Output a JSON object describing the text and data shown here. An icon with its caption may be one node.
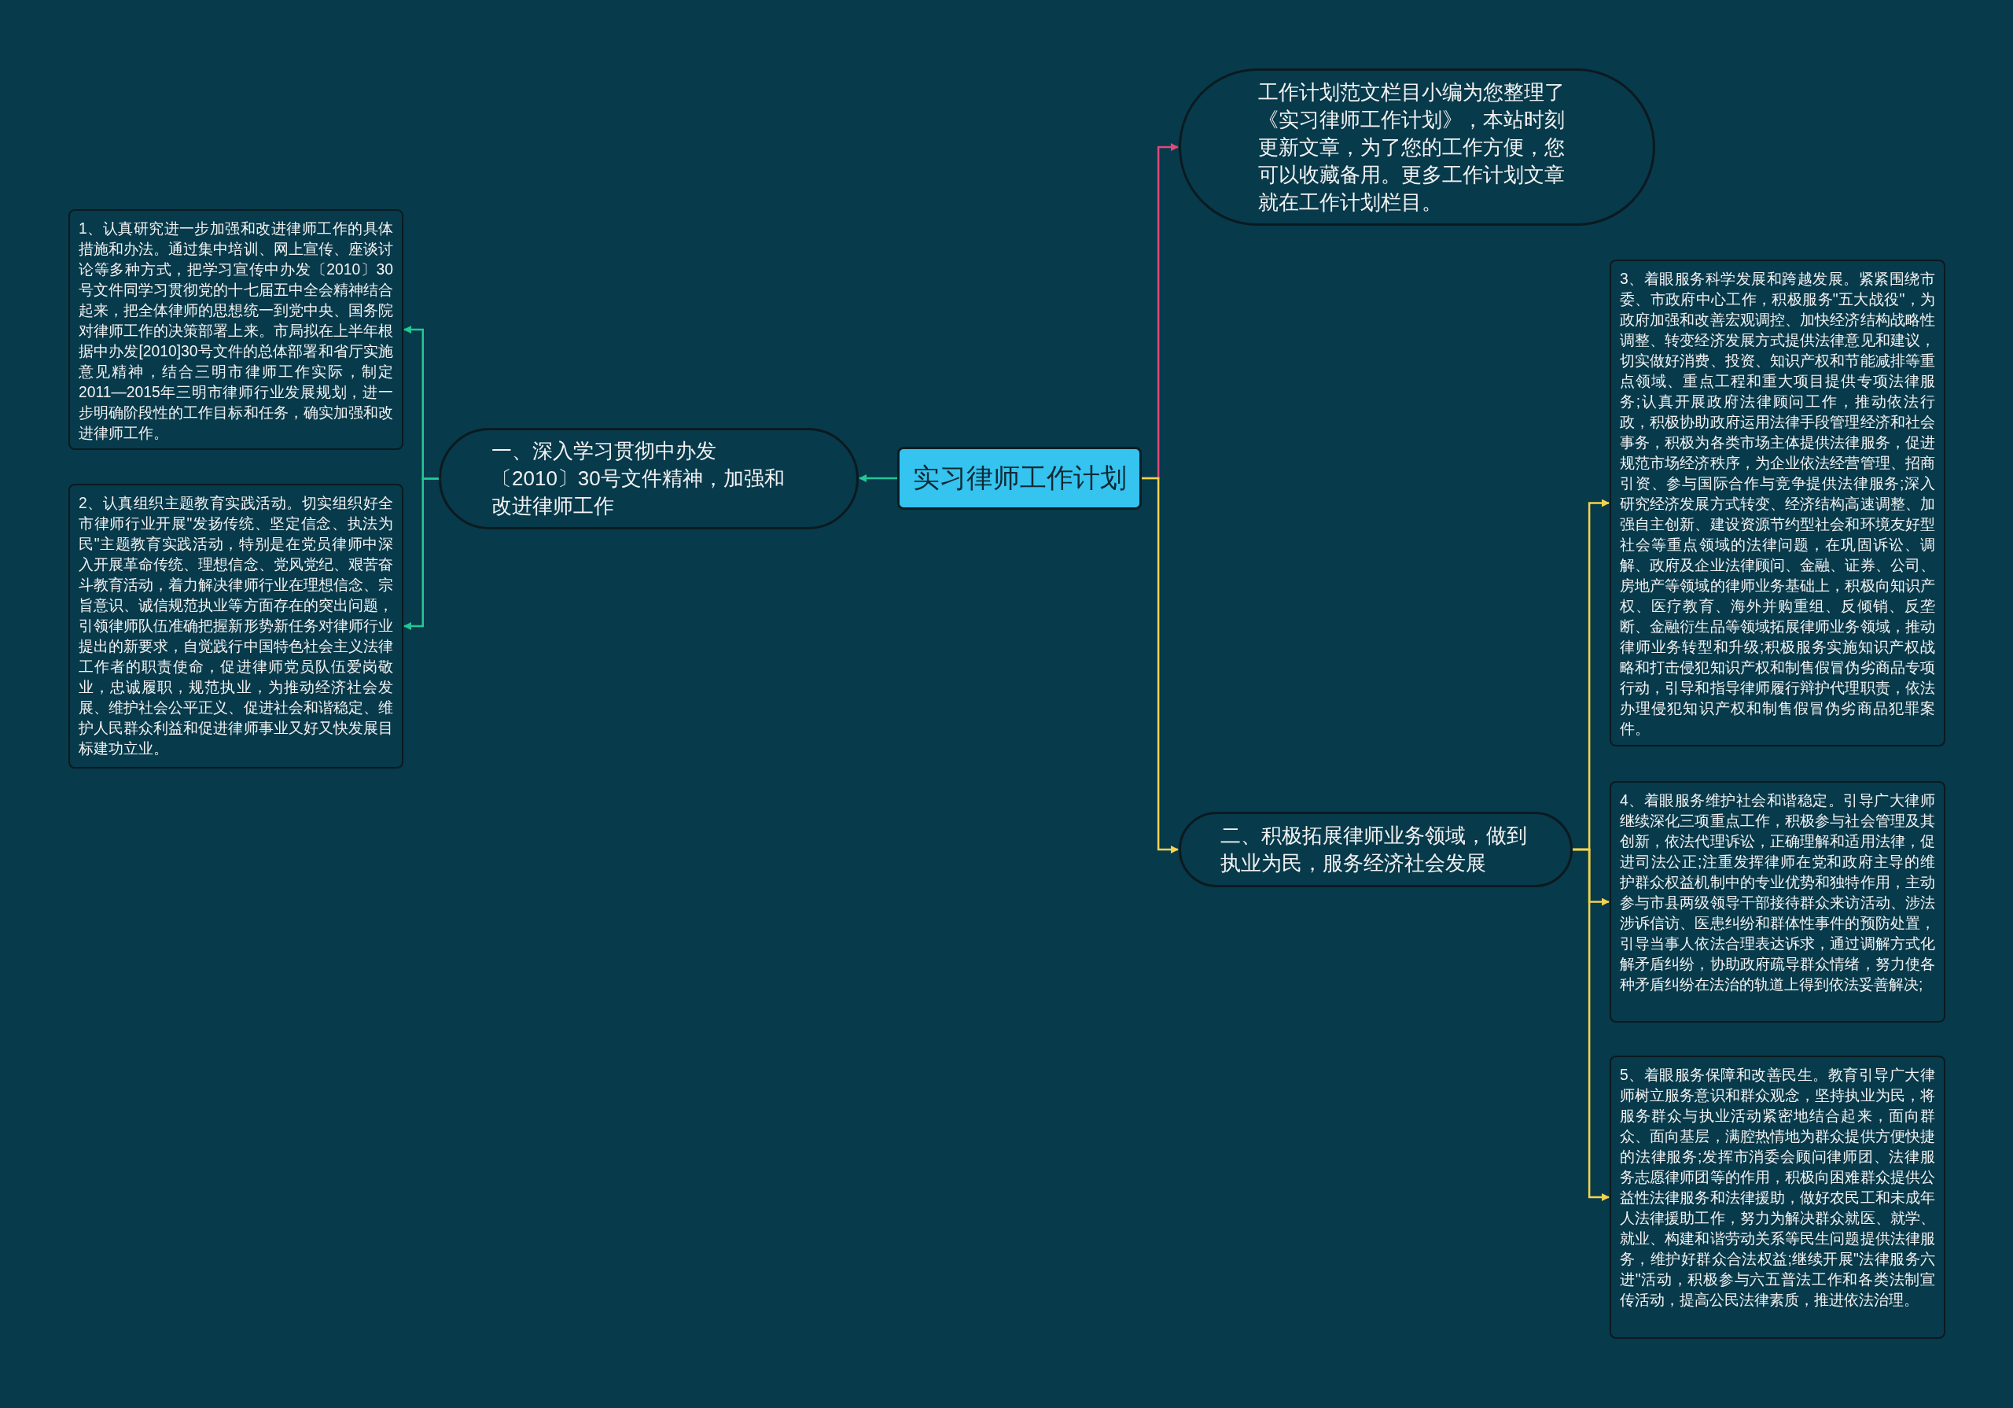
{
  "diagram": {
    "nodes": [
      {
        "text": [
          "实习律师工作计划"
        ]
      },
      {
        "text": [
          "工作计划范文栏目小编为您整理了《实习律师工作计划》，本站时刻更新文章，为了您的工作方便，您可以收藏备用。更多工作计划文章就在工作计划栏目。"
        ]
      },
      {
        "text": [
          "一、深入学习贯彻中办发〔2010〕30号文件精神，加强和改进律师工作"
        ]
      },
      {
        "text": [
          "1、认真研究进一步加强和改进律师工作的具体措施和办法。通过集中培训、网上宣传、座谈讨论等多种方式，把学习宣传中办发〔2010〕30号文件同学习贯彻党的十七届五中全会精神结合起来，把全体律师的思想统一到党中央、国务院对律师工作的决策部署上来。市局拟在上半年根据中办发[2010]30号文件的总体部署和省厅实施意见精神，结合三明市律师工作实际，制定2011—2015年三明市律师行业发展规划，进一步明确阶段性的工作目标和任务，确实加强和改进律师工作。"
        ]
      },
      {
        "text": [
          "2、认真组织主题教育实践活动。切实组织好全市律师行业开展\"发扬传统、坚定信念、执法为民\"主题教育实践活动，特别是在党员律师中深入开展革命传统、理想信念、党风党纪、艰苦奋斗教育活动，着力解决律师行业在理想信念、宗旨意识、诚信规范执业等方面存在的突出问题，引领律师队伍准确把握新形势新任务对律师行业提出的新要求，自觉践行中国特色社会主义法律工作者的职责使命，促进律师党员队伍爱岗敬业，忠诚履职，规范执业，为推动经济社会发展、维护社会公平正义、促进社会和谐稳定、维护人民群众利益和促进律师事业又好又快发展目标建功立业。"
        ]
      },
      {
        "text": [
          "二、积极拓展律师业务领域，做到执业为民，服务经济社会发展"
        ]
      },
      {
        "text": [
          "3、着眼服务科学发展和跨越发展。紧紧围绕市委、市政府中心工作，积极服务\"五大战役\"，为政府加强和改善宏观调控、加快经济结构战略性调整、转变经济发展方式提供法律意见和建议，切实做好消费、投资、知识产权和节能减排等重点领域、重点工程和重大项目提供专项法律服务;认真开展政府法律顾问工作，推动依法行政，积极协助政府运用法律手段管理经济和社会事务，积极为各类市场主体提供法律服务，促进规范市场经济秩序，为企业依法经营管理、招商引资、参与国际合作与竞争提供法律服务;深入研究经济发展方式转变、经济结构高速调整、加强自主创新、建设资源节约型社会和环境友好型社会等重点领域的法律问题，在巩固诉讼、调解、政府及企业法律顾问、金融、证券、公司、房地产等领域的律师业务基础上，积极向知识产权、医疗教育、海外并购重组、反倾销、反垄断、金融衍生品等领域拓展律师业务领域，推动律师业务转型和升级;积极服务实施知识产权战略和打击侵犯知识产权和制售假冒伪劣商品专项行动，引导和指导律师履行辩护代理职责，依法办理侵犯知识产权和制售假冒伪劣商品犯罪案件。"
        ]
      },
      {
        "text": [
          "4、着眼服务维护社会和谐稳定。引导广大律师继续深化三项重点工作，积极参与社会管理及其创新，依法代理诉讼，正确理解和适用法律，促进司法公正;注重发挥律师在党和政府主导的维护群众权益机制中的专业优势和独特作用，主动参与市县两级领导干部接待群众来访活动、涉法涉诉信访、医患纠纷和群体性事件的预防处置，引导当事人依法合理表达诉求，通过调解方式化解矛盾纠纷，协助政府疏导群众情绪，努力使各种矛盾纠纷在法治的轨道上得到依法妥善解决;"
        ]
      },
      {
        "text": [
          "5、着眼服务保障和改善民生。教育引导广大律师树立服务意识和群众观念，坚持执业为民，将服务群众与执业活动紧密地结合起来，面向群众、面向基层，满腔热情地为群众提供方便快捷的法律服务;发挥市消委会顾问律师团、法律服务志愿律师团等的作用，积极向困难群众提供公益性法律服务和法律援助，做好农民工和未成年人法律援助工作，努力为解决群众就医、就学、就业、构建和谐劳动关系等民生问题提供法律服务，维护好群众合法权益;继续开展\"法律服务六进\"活动，积极参与六五普法工作和各类法制宣传活动，提高公民法律素质，推进依法治理。"
        ]
      }
    ],
    "edges": [
      {
        "from": 0,
        "to": 1,
        "arrow": "to",
        "color": "#e2487a"
      },
      {
        "from": 0,
        "to": 2,
        "arrow": "to",
        "color": "#22c795"
      },
      {
        "from": 0,
        "to": 5,
        "arrow": "to"
      },
      {
        "from": 2,
        "to": 3,
        "arrow": "to",
        "color": "#22c795"
      },
      {
        "from": 2,
        "to": 4,
        "arrow": "to",
        "color": "#22c795"
      },
      {
        "from": 5,
        "to": 6,
        "arrow": "to"
      },
      {
        "from": 5,
        "to": 7,
        "arrow": "to"
      },
      {
        "from": 5,
        "to": 8,
        "arrow": "to"
      }
    ]
  }
}
